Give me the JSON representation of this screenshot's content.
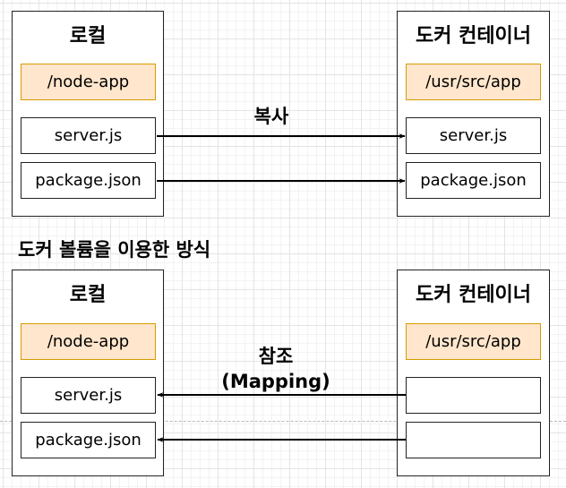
{
  "top": {
    "local": {
      "title": "로컬",
      "folder": "/node-app",
      "files": [
        "server.js",
        "package.json"
      ]
    },
    "container": {
      "title": "도커 컨테이너",
      "folder": "/usr/src/app",
      "files": [
        "server.js",
        "package.json"
      ]
    },
    "arrow_label": "복사"
  },
  "bottom": {
    "section_title": "도커 볼륨을 이용한 방식",
    "local": {
      "title": "로컬",
      "folder": "/node-app",
      "files": [
        "server.js",
        "package.json"
      ]
    },
    "container": {
      "title": "도커 컨테이너",
      "folder": "/usr/src/app",
      "files": [
        "",
        ""
      ]
    },
    "arrow_label_line1": "참조",
    "arrow_label_line2": "(Mapping)"
  },
  "colors": {
    "folder_fill": "#ffe6cc",
    "folder_border": "#d79b00",
    "stroke": "#222222"
  }
}
